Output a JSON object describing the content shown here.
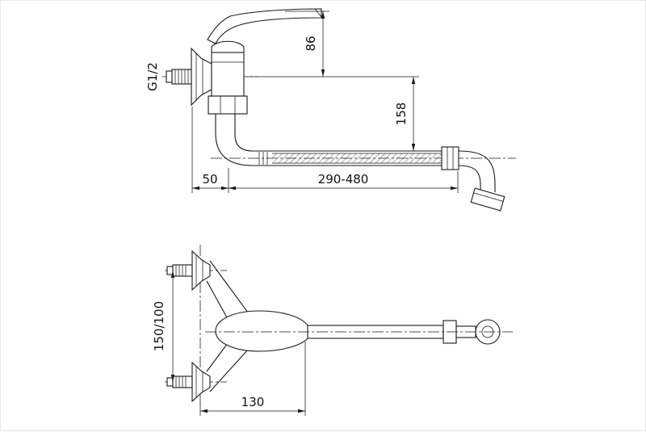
{
  "page": {
    "background": "#ffffff",
    "line_color": "#1a1a1a"
  },
  "diagram": {
    "kind": "technical-drawing",
    "subject": "wall-mounted single-lever faucet with swivel spout",
    "views": {
      "side": {
        "labels": {
          "thread_size": "G1/2",
          "handle_height": "86",
          "spout_drop": "158",
          "wall_offset": "50",
          "spout_reach": "290-480"
        }
      },
      "plan": {
        "labels": {
          "mount_centers": "150/100",
          "body_length": "130"
        }
      }
    }
  }
}
